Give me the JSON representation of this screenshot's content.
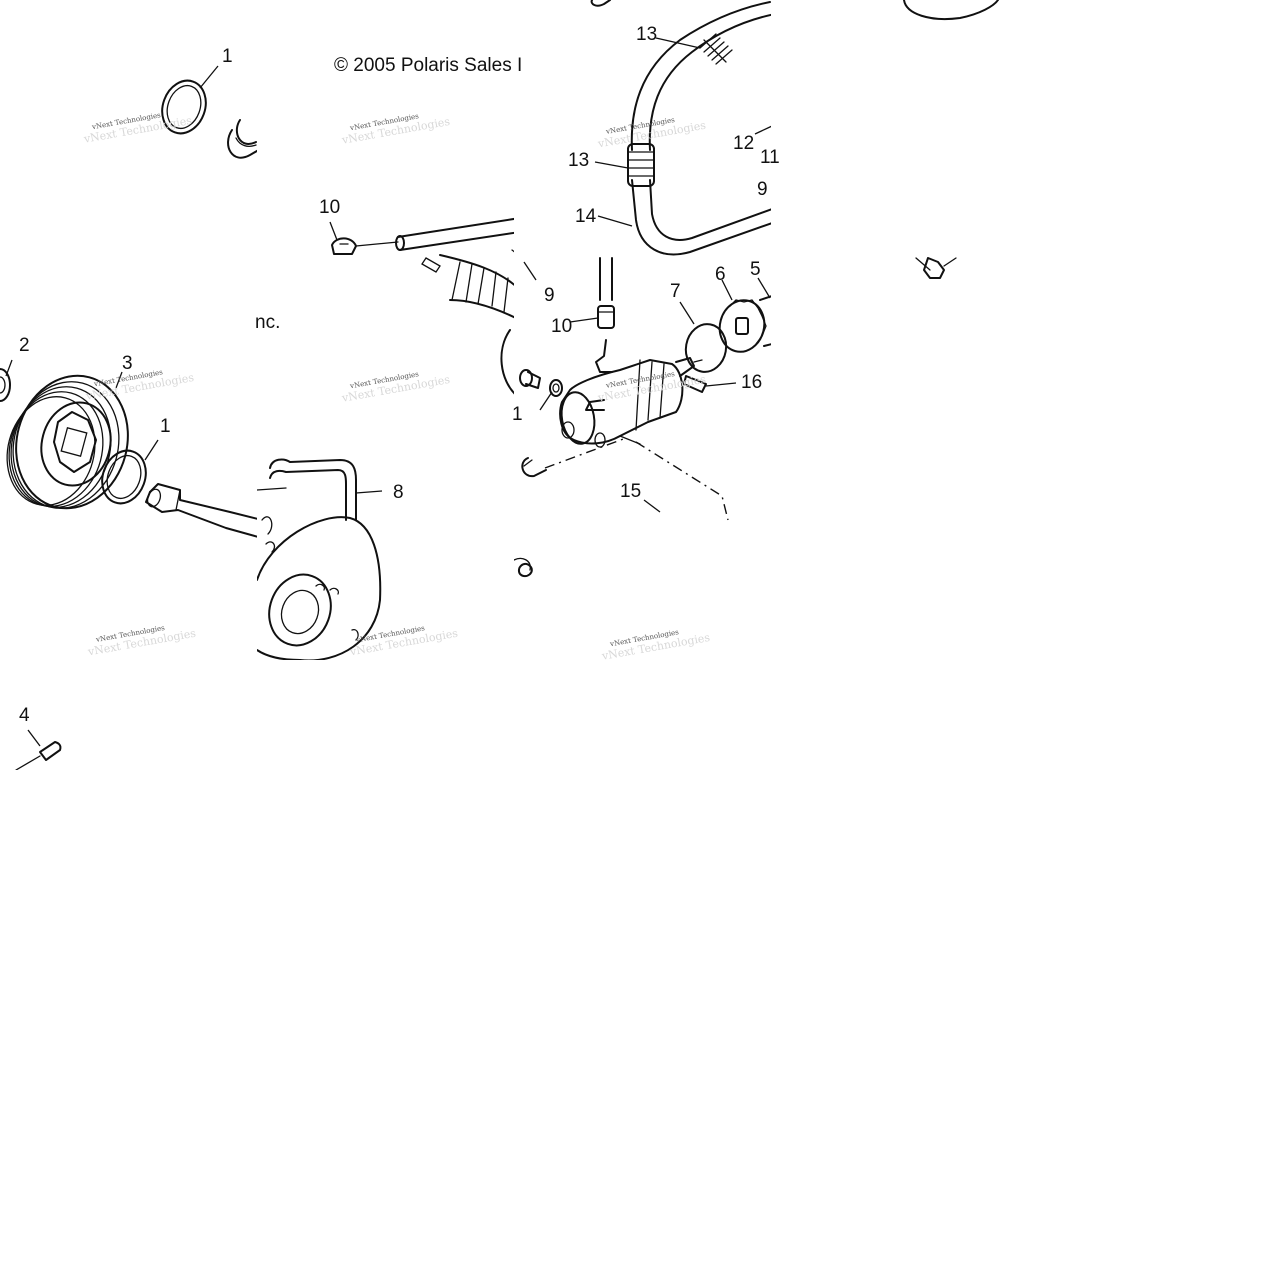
{
  "copyright": "© 2005 Polaris Sales I",
  "copyright_tail": "nc.",
  "watermark": "vNext Technologies",
  "callouts": [
    {
      "id": "c1a",
      "text": "1"
    },
    {
      "id": "c1b",
      "text": "1"
    },
    {
      "id": "c1c",
      "text": "1"
    },
    {
      "id": "c2",
      "text": "2"
    },
    {
      "id": "c3",
      "text": "3"
    },
    {
      "id": "c4",
      "text": "4"
    },
    {
      "id": "c5",
      "text": "5"
    },
    {
      "id": "c6",
      "text": "6"
    },
    {
      "id": "c7",
      "text": "7"
    },
    {
      "id": "c8",
      "text": "8"
    },
    {
      "id": "c9a",
      "text": "9"
    },
    {
      "id": "c9b",
      "text": "9"
    },
    {
      "id": "c10a",
      "text": "10"
    },
    {
      "id": "c10b",
      "text": "10"
    },
    {
      "id": "c11",
      "text": "11"
    },
    {
      "id": "c12",
      "text": "12"
    },
    {
      "id": "c13a",
      "text": "13"
    },
    {
      "id": "c13b",
      "text": "13"
    },
    {
      "id": "c14",
      "text": "14"
    },
    {
      "id": "c15",
      "text": "15"
    },
    {
      "id": "c16",
      "text": "16"
    }
  ]
}
